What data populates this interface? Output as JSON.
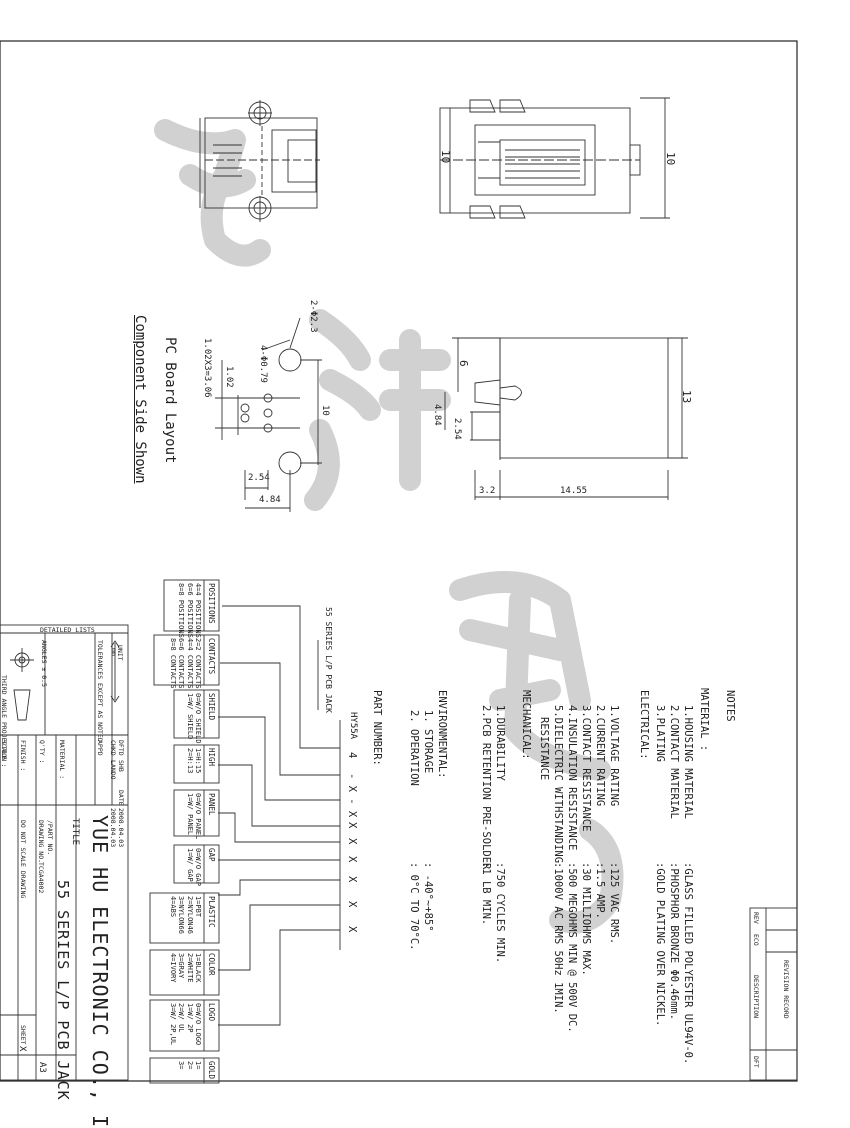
{
  "notes": {
    "heading": "NOTES",
    "material": {
      "label": "MATERIAL :",
      "items": [
        {
          "label": "1.HOUSING MATERIAL",
          "value": ":GLASS FILLED POLYESTER UL94V-0."
        },
        {
          "label": "2.CONTACT MATERIAL",
          "value": ":PHOSPHOR BRONZE Φ0.46mm."
        },
        {
          "label": "3.PLATING",
          "value": ":GOLD PLATING OVER NICKEL."
        }
      ]
    },
    "electrical": {
      "label": "ELECTRICAL:",
      "items": [
        {
          "label": "1.VOLTAGE RATING",
          "value": ":125 VAC RMS."
        },
        {
          "label": "2.CURRENT RATING",
          "value": ":1.5 AMP."
        },
        {
          "label": "3.CONTACT RESISTANCE",
          "value": ":30 MILLIOHMS MAX."
        },
        {
          "label": "4.INSULATION RESISTANCE",
          "value": ":500 MEGOHMS MIN @ 500V DC."
        },
        {
          "label": "5.DIELECTRIC WITHSTANDING",
          "value": ":1000V AC RMS 50Hz 1MIN."
        },
        {
          "label": "RESISTANCE",
          "value": ""
        }
      ]
    },
    "mechanical": {
      "label": "MECHANICAL:",
      "items": [
        {
          "label": "1.DURABILITY",
          "value": ":750 CYCLES MIN."
        },
        {
          "label": "2.PCB RETENTION PRE-SOLDER",
          "value": ":1 LB MIN."
        }
      ]
    },
    "environmental": {
      "label": "ENVIRONMENTAL:",
      "items": [
        {
          "label": "1. STORAGE",
          "value": ": -40°~+85°"
        },
        {
          "label": "2. OPERATION",
          "value": ": 0°C TO 70°C."
        }
      ]
    },
    "part_number_label": "PART NUMBER:",
    "series_label": "55 SERIES L/P PCB JACK",
    "part_code": "HY55A",
    "part_code_rest": [
      "4",
      "- X - X",
      "X",
      "X",
      "X",
      "X",
      "X",
      "X"
    ]
  },
  "option_boxes": [
    {
      "title": "POSITIONS",
      "options": [
        "4=4 POSITIONS",
        "6=6 POSITIONS",
        "8=8 POSITIONS"
      ]
    },
    {
      "title": "CONTACTS",
      "options": [
        "2=2 CONTACTS",
        "4=4 CONTACTS",
        "6=6 CONTACTS",
        "8=8 CONTACTS"
      ]
    },
    {
      "title": "SHIELD",
      "options": [
        "0=W/O SHIELD",
        "1=W/ SHIELD"
      ]
    },
    {
      "title": "HIGH",
      "options": [
        "1=H:15",
        "2=H:13"
      ]
    },
    {
      "title": "PANEL",
      "options": [
        "0=W/O PANEL",
        "1=W/ PANEL"
      ]
    },
    {
      "title": "GAP",
      "options": [
        "0=W/O GAP",
        "1=W/ GAP"
      ]
    },
    {
      "title": "PLASTIC",
      "options": [
        "1=PBT",
        "2=NYLON46",
        "3=NYLON66",
        "4=ABS"
      ]
    },
    {
      "title": "COLOR",
      "options": [
        "1=BLACK",
        "2=WHITE",
        "3=GRAY",
        "4=IVORY"
      ]
    },
    {
      "title": "LOGO",
      "options": [
        "0=W/O LOGO",
        "1=W/ 2P",
        "2=W/ UL",
        "3=W/ 2P,UL"
      ]
    },
    {
      "title": "GOLD",
      "options": [
        "1=",
        "2=",
        "3="
      ]
    }
  ],
  "dimensions": {
    "top_left_height": "10",
    "top_right_height": "10",
    "side_total": "13",
    "side_six": "6",
    "side_484": "4.84",
    "side_254": "2.54",
    "side_32": "3.2",
    "side_1455": "14.55",
    "pcb_2phi23": "2-Φ2.3",
    "pcb_4phi079": "4-Φ0.79",
    "pcb_102": "1.02",
    "pcb_102x3": "1.02X3=3.06",
    "pcb_10": "10",
    "pcb_254": "2.54",
    "pcb_484": "4.84"
  },
  "pcb_layout_label": "PC Board Layout",
  "component_side_label": "Component Side Shown",
  "title_block": {
    "company": "YUE HU ELECTRONIC CO., I",
    "title_label": "TITLE",
    "title": "55 SERIES L/P PCB JACK",
    "drawing_no_label": "DRAWING NO.",
    "drawing_no": "TCGA4002",
    "part_no_label": "/PART NO.",
    "do_not_scale": "DO NOT SCALE DRAWING",
    "sheet_label": "SHEET",
    "sheet_value": "X",
    "size_value": "A3",
    "scale_label": "SCALE :",
    "finish_label": "FINISH :",
    "material_label": "MATERIAL :",
    "qty_label": "Q'TY :",
    "dftd_label": "DFTD",
    "dftd_value": "SHB",
    "chkd_label": "CHKD",
    "chkd_value": "LANDO",
    "appd_label": "APPD",
    "date_label": "DATE",
    "date_value1": "2008.04.03",
    "date_value2": "2008.04.03",
    "detailed_lists": "DETAILED LISTS",
    "tolerance": "TOLERANCES EXCEPT AS NOTED",
    "angles": "ANGLES ± 0.5",
    "third_angle": "THIRD ANGLE PROJECTION",
    "unit": "UNIT",
    "unit_value": "mm"
  },
  "revision": {
    "record": "REVISION RECORD",
    "rev": "REV",
    "eco": "ECO",
    "description": "DESCRIPTION",
    "dft": "DFT"
  }
}
